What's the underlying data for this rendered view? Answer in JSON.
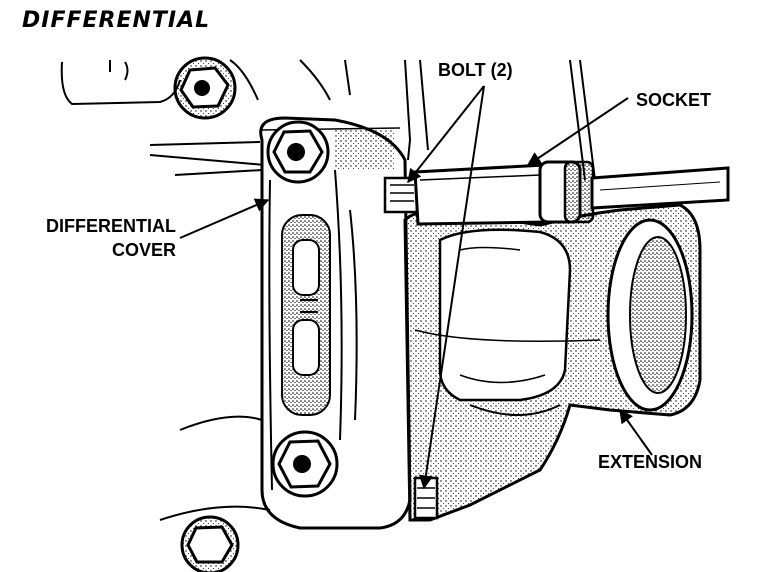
{
  "figure": {
    "title": "DIFFERENTIAL",
    "labels": {
      "bolt": "BOLT (2)",
      "socket": "SOCKET",
      "cover_line1": "DIFFERENTIAL",
      "cover_line2": "COVER",
      "extension": "EXTENSION"
    },
    "colors": {
      "ink": "#000000",
      "paper": "#ffffff",
      "stipple": "#9a9a9a"
    }
  }
}
